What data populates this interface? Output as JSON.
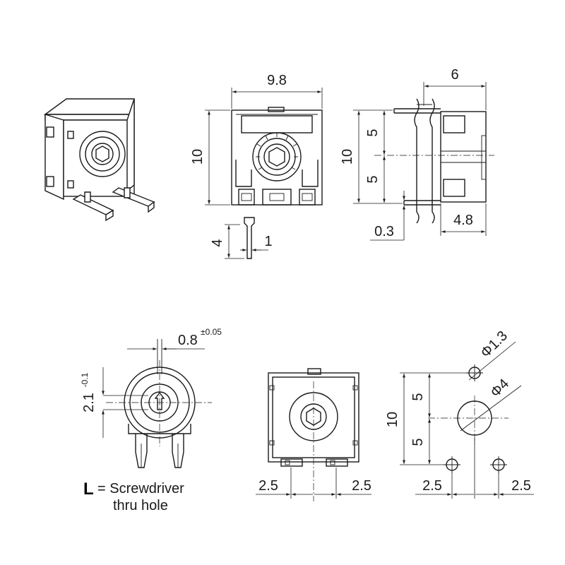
{
  "top_view": {
    "width_dim": "9.8",
    "height_dim": "10",
    "pin_length_dim": "4",
    "pin_width_dim": "1"
  },
  "side_view": {
    "depth_dim": "6",
    "height_dim": "10",
    "upper_half_dim": "5",
    "lower_half_dim": "5",
    "pin_offset_dim": "0.3",
    "body_depth_dim": "4.8"
  },
  "front_view": {
    "slot_width_dim": "0.8",
    "slot_width_tol": "±0.05",
    "slot_height_dim": "2.1",
    "slot_height_tol": "-0.1",
    "legend_symbol": "L",
    "legend_line1": "= Screwdriver",
    "legend_line2": "thru hole"
  },
  "bottom_view": {
    "left_dim": "2.5",
    "right_dim": "2.5"
  },
  "footprint": {
    "pin_hole_dim": "Φ1.3",
    "center_hole_dim": "Φ4",
    "height_dim": "10",
    "upper_dim": "5",
    "lower_dim": "5",
    "left_dim": "2.5",
    "right_dim": "2.5"
  }
}
